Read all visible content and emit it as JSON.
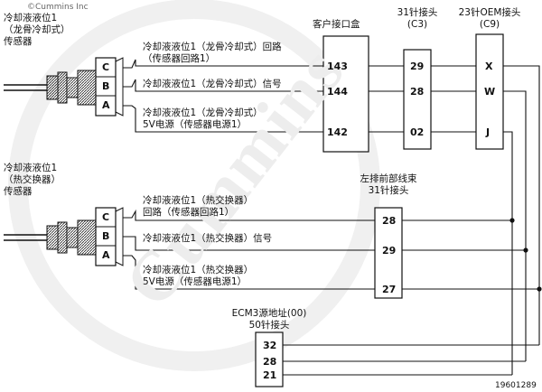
{
  "copyright": "©Cummins Inc",
  "watermark_text": "Cummins",
  "figure_id": "19601289",
  "sensor_top": {
    "title_lines": [
      "冷却液液位1",
      "（龙骨冷却式）",
      "传感器"
    ],
    "pins": [
      "C",
      "B",
      "A"
    ],
    "wires": [
      {
        "lines": [
          "冷却液液位1（龙骨冷却式）回路",
          "（传感器回路1）"
        ]
      },
      {
        "lines": [
          "冷却液液位1（龙骨冷却式）信号"
        ]
      },
      {
        "lines": [
          "冷却液液位1（龙骨冷却式）",
          "5V电源（传感器电源1）"
        ]
      }
    ]
  },
  "sensor_bottom": {
    "title_lines": [
      "冷却液液位1",
      "（热交换器）",
      "传感器"
    ],
    "pins": [
      "C",
      "B",
      "A"
    ],
    "wires": [
      {
        "lines": [
          "冷却液液位1（热交换器）",
          "回路（传感器回路1）"
        ]
      },
      {
        "lines": [
          "冷却液液位1（热交换器）信号"
        ]
      },
      {
        "lines": [
          "冷却液液位1（热交换器）",
          "5V电源（传感器电源1）"
        ]
      }
    ]
  },
  "customer_box": {
    "title": "客户接口盒",
    "pins": [
      "143",
      "144",
      "142"
    ]
  },
  "c3": {
    "title_lines": [
      "31针接头",
      "(C3)"
    ],
    "pins": [
      "29",
      "28",
      "02"
    ]
  },
  "c9": {
    "title_lines": [
      "23针OEM接头",
      "(C9)"
    ],
    "pins": [
      "X",
      "W",
      "J"
    ]
  },
  "front_harness": {
    "title_lines": [
      "左排前部线束",
      "31针接头"
    ],
    "pins": [
      "28",
      "29",
      "27"
    ]
  },
  "ecm": {
    "title_lines": [
      "ECM3源地址(00)",
      "50针接头"
    ],
    "pins": [
      "32",
      "28",
      "21"
    ]
  }
}
